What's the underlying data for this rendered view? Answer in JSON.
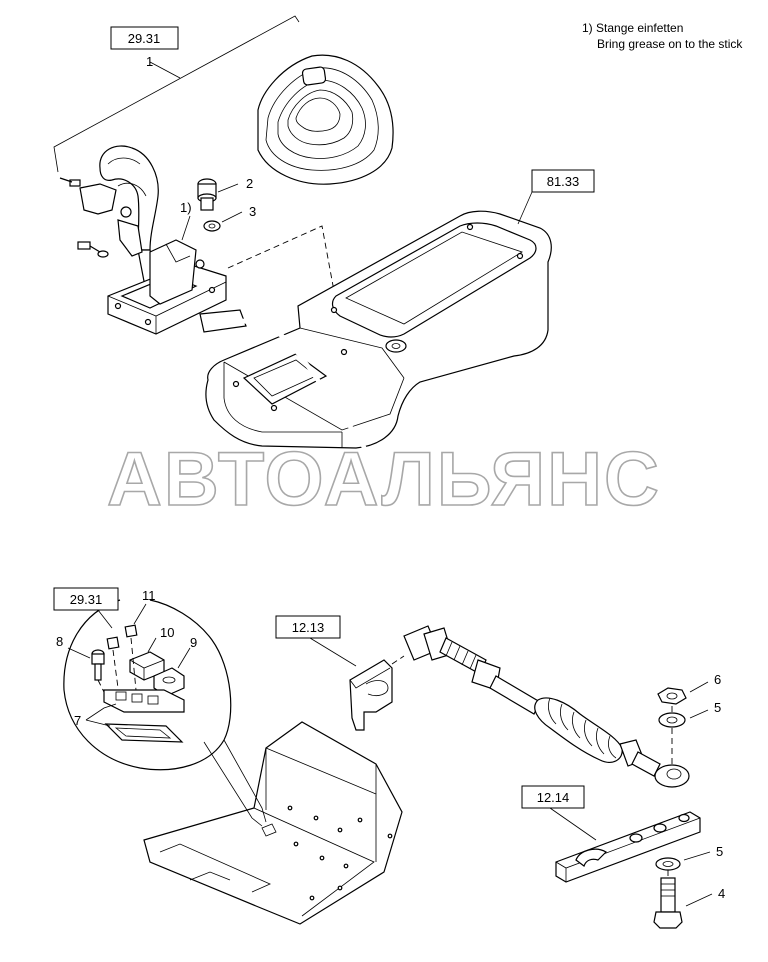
{
  "note": {
    "line1": "1) Stange einfetten",
    "line2": "Bring grease on to the stick"
  },
  "watermark": "АВТОАЛЬЯНС",
  "references": {
    "top_left": "29.31",
    "console": "81.33",
    "inset": "29.31",
    "bracket": "12.13",
    "plate": "12.14"
  },
  "callouts": {
    "c1": "1",
    "c2": "2",
    "c3": "3",
    "c4": "4",
    "c5a": "5",
    "c5b": "5",
    "c6": "6",
    "c7": "7",
    "c8": "8",
    "c9": "9",
    "c10": "10",
    "c11": "11",
    "grease_marker": "1)"
  }
}
